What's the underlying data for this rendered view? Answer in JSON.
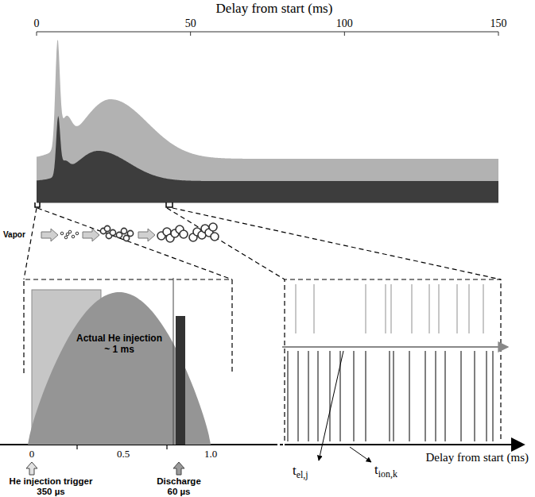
{
  "diagram": {
    "nodes": [
      {
        "text": [
          "Actual He injection ~ 1 ms"
        ]
      }
    ],
    "labels": [
      "Delay from start (ms)",
      "0",
      "50",
      "100",
      "150",
      "Vapor",
      "0",
      "0.5",
      "1.0",
      "He injection trigger 350 µs",
      "Discharge 60 µs",
      "tel,j",
      "tion,k",
      "Delay from start (ms)"
    ]
  }
}
